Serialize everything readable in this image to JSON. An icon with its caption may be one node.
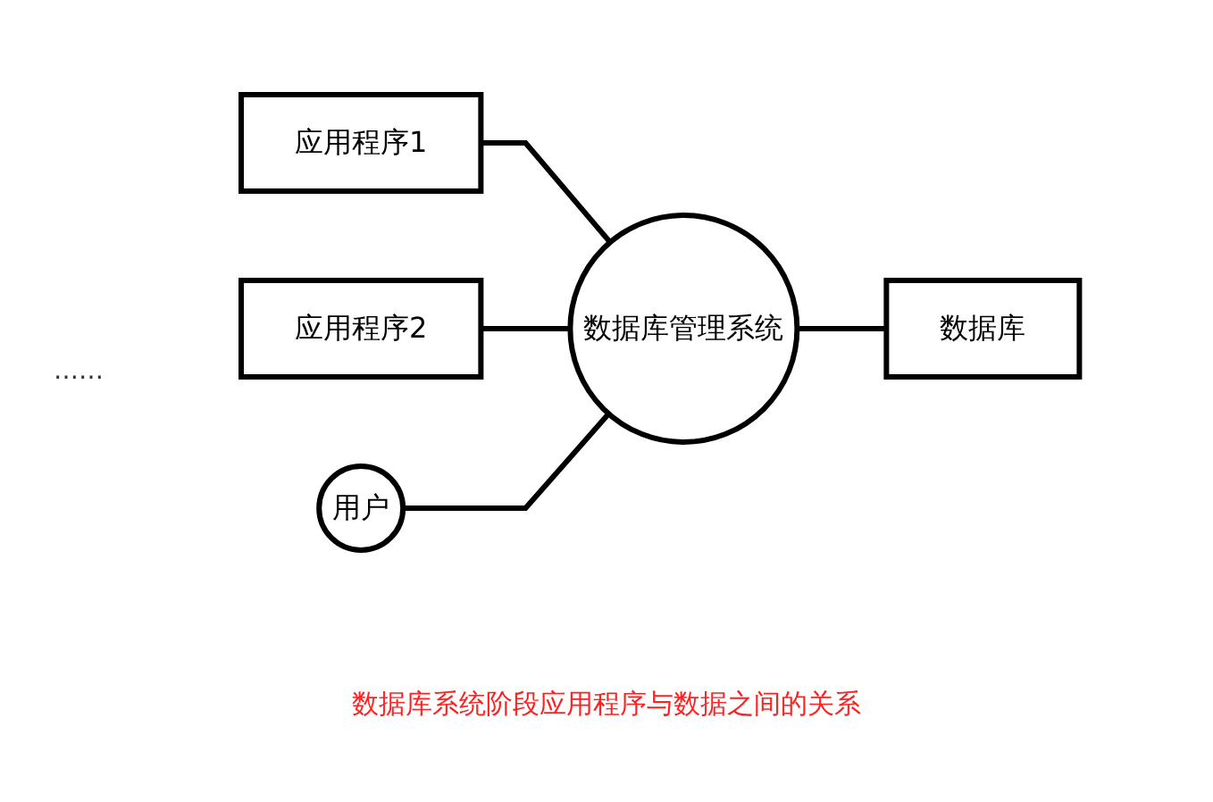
{
  "diagram": {
    "caption": "数据库系统阶段应用程序与数据之间的关系",
    "nodes": [
      {
        "text": [
          "应用程序1"
        ]
      },
      {
        "text": [
          "应用程序2"
        ]
      },
      {
        "text": [
          "数据库管理系统"
        ]
      },
      {
        "text": [
          "数据库"
        ]
      },
      {
        "text": [
          "用户"
        ]
      }
    ],
    "edges": [
      {
        "from": 0,
        "to": 2,
        "arrow": "none"
      },
      {
        "from": 1,
        "to": 2,
        "arrow": "none"
      },
      {
        "from": 4,
        "to": 2,
        "arrow": "none"
      },
      {
        "from": 2,
        "to": 3,
        "arrow": "none"
      }
    ],
    "labels": [
      "……"
    ]
  }
}
